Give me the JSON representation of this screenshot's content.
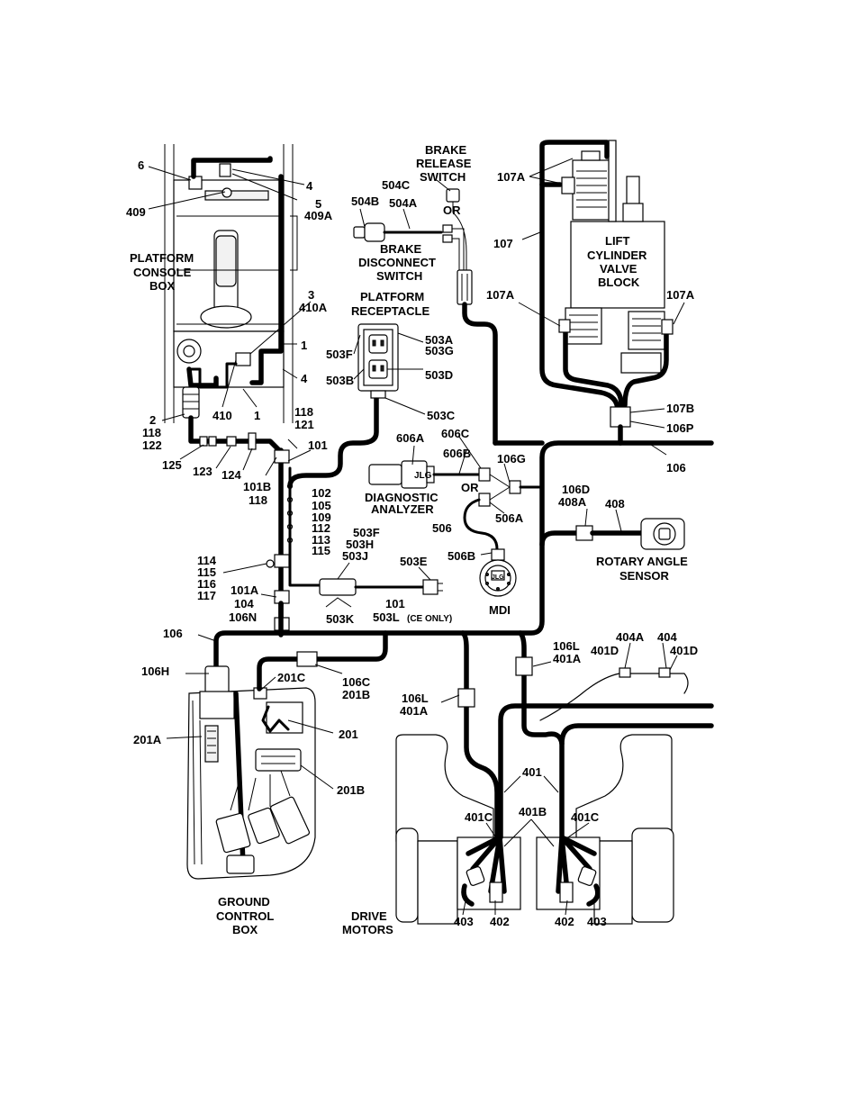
{
  "labels": {
    "l_6": "6",
    "l_4_top": "4",
    "l_5": "5",
    "l_409A": "409A",
    "l_409": "409",
    "l_platform_console_1": "PLATFORM",
    "l_platform_console_2": "CONSOLE",
    "l_platform_console_3": "BOX",
    "l_3": "3",
    "l_410A": "410A",
    "l_1_right": "1",
    "l_4_right": "4",
    "l_410": "410",
    "l_1_bottom": "1",
    "l_2": "2",
    "l_118_left": "118",
    "l_122": "122",
    "l_125": "125",
    "l_123": "123",
    "l_124": "124",
    "l_118_top": "118",
    "l_121": "121",
    "l_101_top": "101",
    "l_101B": "101B",
    "l_118_mid": "118",
    "l_102": "102",
    "l_105": "105",
    "l_109": "109",
    "l_112": "112",
    "l_113": "113",
    "l_115_a": "115",
    "l_114": "114",
    "l_115_b": "115",
    "l_116": "116",
    "l_117": "117",
    "l_101A": "101A",
    "l_104": "104",
    "l_106N": "106N",
    "l_brake_release_1": "BRAKE",
    "l_brake_release_2": "RELEASE",
    "l_brake_release_3": "SWITCH",
    "l_504C": "504C",
    "l_504B": "504B",
    "l_504A": "504A",
    "l_or_top": "OR",
    "l_brake_disc_1": "BRAKE",
    "l_brake_disc_2": "DISCONNECT",
    "l_brake_disc_3": "SWITCH",
    "l_platform_rec_1": "PLATFORM",
    "l_platform_rec_2": "RECEPTACLE",
    "l_503F_top": "503F",
    "l_503A": "503A",
    "l_503G": "503G",
    "l_503D": "503D",
    "l_503B": "503B",
    "l_503C": "503C",
    "l_606A": "606A",
    "l_606C": "606C",
    "l_606B": "606B",
    "l_or_mid": "OR",
    "l_diag_1": "DIAGNOSTIC",
    "l_diag_2": "ANALYZER",
    "l_506A": "506A",
    "l_506": "506",
    "l_506B": "506B",
    "l_mdi": "MDI",
    "l_503F_mid": "503F",
    "l_503H": "503H",
    "l_503J": "503J",
    "l_503E": "503E",
    "l_101_mid": "101",
    "l_503K": "503K",
    "l_503L": "503L",
    "l_ce_only": "(CE ONLY)",
    "l_107A_top": "107A",
    "l_107": "107",
    "l_lift_1": "LIFT",
    "l_lift_2": "CYLINDER",
    "l_lift_3": "VALVE",
    "l_lift_4": "BLOCK",
    "l_107A_left": "107A",
    "l_107A_right": "107A",
    "l_107B": "107B",
    "l_106P": "106P",
    "l_106_right": "106",
    "l_106G": "106G",
    "l_106D": "106D",
    "l_408A": "408A",
    "l_408": "408",
    "l_rotary_1": "ROTARY ANGLE",
    "l_rotary_2": "SENSOR",
    "l_106_left": "106",
    "l_106H": "106H",
    "l_201C": "201C",
    "l_106C": "106C",
    "l_201B_top": "201B",
    "l_201A": "201A",
    "l_201": "201",
    "l_201B_bottom": "201B",
    "l_ground_1": "GROUND",
    "l_ground_2": "CONTROL",
    "l_ground_3": "BOX",
    "l_106L_top": "106L",
    "l_401A_top": "401A",
    "l_404A": "404A",
    "l_404": "404",
    "l_401D_left": "401D",
    "l_401D_right": "401D",
    "l_106L_mid": "106L",
    "l_401A_mid": "401A",
    "l_401": "401",
    "l_401C_left": "401C",
    "l_401B": "401B",
    "l_401C_right": "401C",
    "l_drive_1": "DRIVE",
    "l_drive_2": "MOTORS",
    "l_403_left": "403",
    "l_402_left": "402",
    "l_402_right": "402",
    "l_403_right": "403",
    "l_jlg_1": "JLG",
    "l_jlg_2": "JLG"
  }
}
